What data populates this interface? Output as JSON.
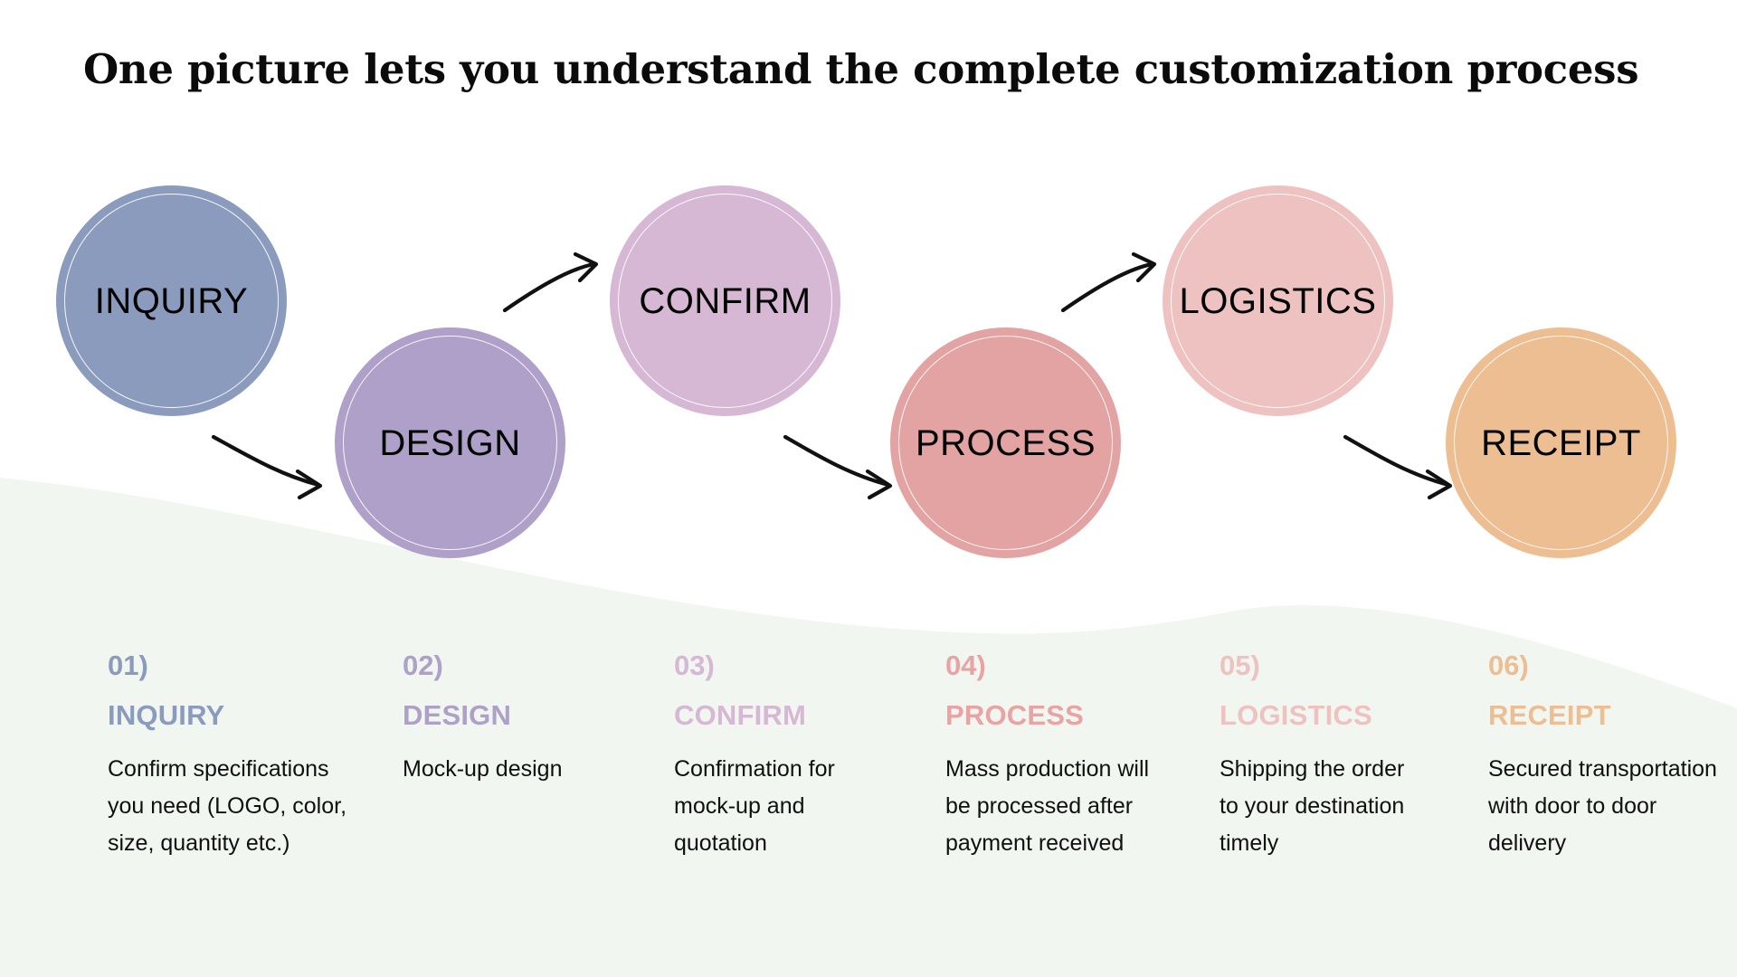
{
  "page": {
    "title": "One picture lets you understand the complete customization process",
    "background_color": "#ffffff",
    "wave_color": "#f1f6f1"
  },
  "steps": [
    {
      "number": "01)",
      "name": "INQUIRY",
      "circle_label": "INQUIRY",
      "description": "Confirm specifications\nyou need (LOGO, color,\nsize, quantity etc.)",
      "color": "#8b9bbd"
    },
    {
      "number": "02)",
      "name": "DESIGN",
      "circle_label": "DESIGN",
      "description": "Mock-up design",
      "color": "#aea0c8"
    },
    {
      "number": "03)",
      "name": "CONFIRM",
      "circle_label": "CONFIRM",
      "description": "Confirmation for\nmock-up and\nquotation",
      "color": "#d6b8d4"
    },
    {
      "number": "04)",
      "name": "PROCESS",
      "circle_label": "PROCESS",
      "description": "Mass production will\nbe processed after\npayment received",
      "color": "#e3a3a3"
    },
    {
      "number": "05)",
      "name": "LOGISTICS",
      "circle_label": "LOGISTICS",
      "description": "Shipping the order\nto your destination\ntimely",
      "color": "#eec2c0"
    },
    {
      "number": "06)",
      "name": "RECEIPT",
      "circle_label": "RECEIPT",
      "description": "Secured transportation\nwith door to door\ndelivery",
      "color": "#eebe93"
    }
  ],
  "arrows": [
    {
      "from": "INQUIRY",
      "to": "DESIGN",
      "direction": "down-right"
    },
    {
      "from": "DESIGN",
      "to": "CONFIRM",
      "direction": "up-right"
    },
    {
      "from": "CONFIRM",
      "to": "PROCESS",
      "direction": "down-right"
    },
    {
      "from": "PROCESS",
      "to": "LOGISTICS",
      "direction": "up-right"
    },
    {
      "from": "LOGISTICS",
      "to": "RECEIPT",
      "direction": "down-right"
    }
  ]
}
